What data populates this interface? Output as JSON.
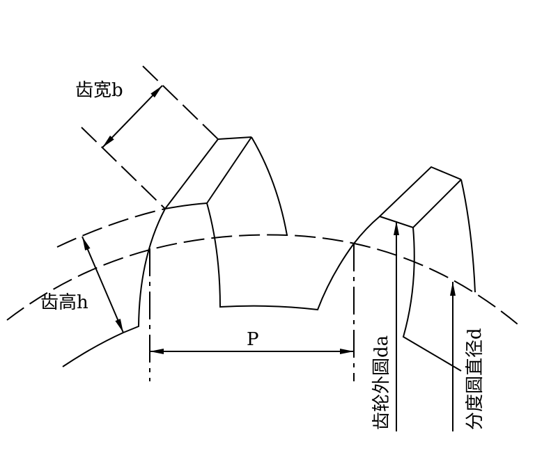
{
  "labels": {
    "tooth_width": "齿宽b",
    "tooth_height": "齿高h",
    "pitch": "P",
    "outer_diameter": "齿轮外圆da",
    "pitch_diameter": "分度圆直径d"
  },
  "colors": {
    "line": "#000000",
    "background": "#ffffff"
  }
}
